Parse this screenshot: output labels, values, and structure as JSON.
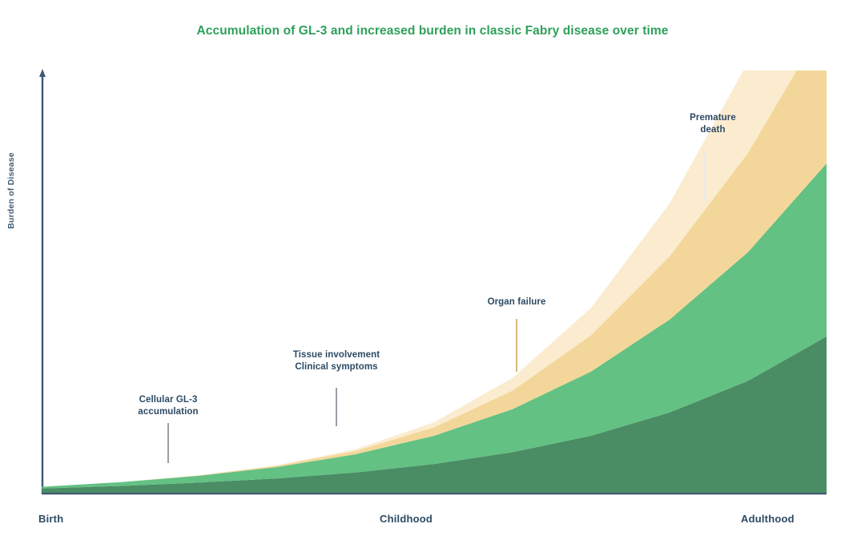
{
  "chart_data": {
    "type": "area",
    "title": "Accumulation of GL-3 and increased burden in classic Fabry disease over time",
    "xlabel": "",
    "ylabel": "Burden of Disease",
    "stacked": true,
    "grid": false,
    "legend": "none",
    "xtick_labels": [
      "Birth",
      "Childhood",
      "Adulthood"
    ],
    "xtick_positions": [
      0,
      50,
      100
    ],
    "x": [
      0,
      10,
      20,
      30,
      40,
      50,
      60,
      70,
      80,
      90,
      100
    ],
    "xlim": [
      0,
      100
    ],
    "ylim": [
      0,
      100
    ],
    "series": [
      {
        "name": "Cellular GL-3 accumulation",
        "color": "#4a8c64",
        "values": [
          1.0,
          1.6,
          2.4,
          3.4,
          4.8,
          6.8,
          9.6,
          13.5,
          19.0,
          26.5,
          37.0
        ]
      },
      {
        "name": "Tissue involvement / Clinical symptoms",
        "color": "#63c183",
        "values": [
          0.4,
          0.9,
          1.6,
          2.7,
          4.3,
          6.7,
          10.2,
          15.2,
          22.0,
          30.5,
          41.0
        ]
      },
      {
        "name": "Organ failure",
        "color": "#f3d79a",
        "values": [
          0.0,
          0.0,
          0.1,
          0.3,
          0.8,
          2.0,
          4.4,
          8.6,
          15.0,
          23.5,
          34.0
        ]
      },
      {
        "name": "Premature death",
        "color": "#fbecd0",
        "values": [
          0.0,
          0.0,
          0.0,
          0.1,
          0.4,
          1.2,
          3.0,
          6.5,
          12.5,
          21.5,
          34.0
        ]
      }
    ],
    "annotations": [
      {
        "id": "cellular-gl3",
        "line1": "Cellular GL-3",
        "line2": "accumulation",
        "connector_color": "#9aa0a6"
      },
      {
        "id": "tissue-involvement",
        "line1": "Tissue involvement",
        "line2": "Clinical symptoms",
        "connector_color": "#9aa0a6"
      },
      {
        "id": "organ-failure",
        "line1": "Organ failure",
        "line2": "",
        "connector_color": "#d9b97e"
      },
      {
        "id": "premature-death",
        "line1": "Premature",
        "line2": "death",
        "connector_color": "#e8e9ea"
      }
    ]
  },
  "colors": {
    "title": "#2ea05a",
    "axis": "#3e5a73",
    "tick_text": "#2c4a63",
    "annotation_text": "#2c4a63",
    "background": "#ffffff",
    "band_1": "#4a8c64",
    "band_2": "#63c183",
    "band_3": "#f3d79a",
    "band_4": "#fbecd0"
  },
  "axis": {
    "y_label": "Burden of Disease",
    "x_labels": {
      "birth": "Birth",
      "childhood": "Childhood",
      "adulthood": "Adulthood"
    }
  }
}
